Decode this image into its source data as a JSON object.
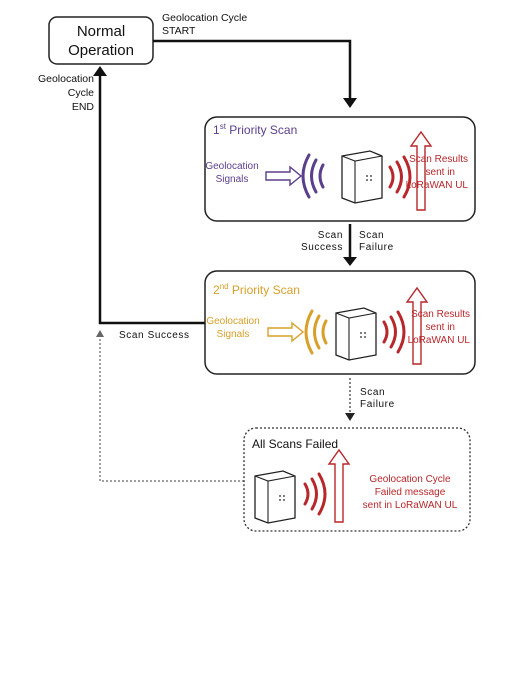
{
  "normal_operation": [
    "Normal",
    "Operation"
  ],
  "cycle_start": [
    "Geolocation Cycle",
    "START"
  ],
  "cycle_end": [
    "Geolocation",
    "Cycle",
    "END"
  ],
  "scan1": {
    "title_prefix": "1",
    "title_sup": "st",
    "title_rest": " Priority Scan",
    "signals": [
      "Geolocation",
      "Signals"
    ],
    "results": [
      "Scan Results",
      "sent in",
      "LoRaWAN UL"
    ]
  },
  "between12": {
    "success": [
      "Scan",
      "Success"
    ],
    "failure": [
      "Scan",
      "Failure"
    ]
  },
  "scan2": {
    "title_prefix": "2",
    "title_sup": "nd",
    "title_rest": " Priority Scan",
    "signals": [
      "Geolocation",
      "Signals"
    ],
    "results": [
      "Scan Results",
      "sent in",
      "LoRaWAN UL"
    ]
  },
  "scan_success_left": "Scan Success",
  "between23": {
    "failure": [
      "Scan",
      "Failure"
    ]
  },
  "failed": {
    "title": "All Scans Failed",
    "message": [
      "Geolocation Cycle",
      "Failed message",
      "sent in LoRaWAN UL"
    ]
  },
  "colors": {
    "purple": "#5b3f8c",
    "gold": "#d8a02a",
    "red": "#b8272b",
    "black": "#111111"
  }
}
